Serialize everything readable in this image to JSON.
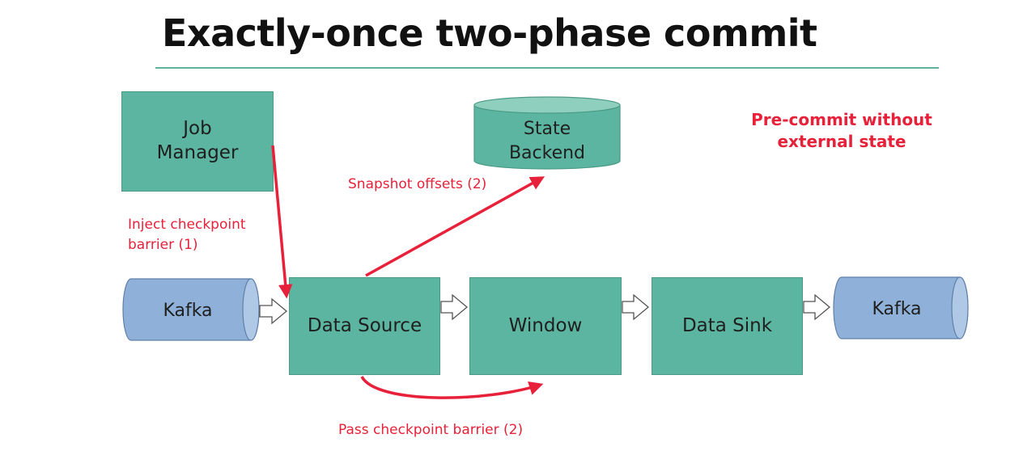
{
  "title": "Exactly-once two-phase commit",
  "nodes": {
    "job_manager": "Job\nManager",
    "state_backend": [
      "State",
      "Backend"
    ],
    "kafka_source": "Kafka",
    "data_source": "Data Source",
    "window": "Window",
    "data_sink": "Data Sink",
    "kafka_sink": "Kafka"
  },
  "annotations": {
    "inject_barrier": [
      "Inject checkpoint",
      "barrier (1)"
    ],
    "snapshot_offsets": "Snapshot offsets (2)",
    "pass_barrier": "Pass checkpoint barrier (2)"
  },
  "callout": [
    "Pre-commit without",
    "external state"
  ],
  "colors": {
    "operator_fill": "#5cb5a0",
    "kafka_fill": "#8fb1d9",
    "annotation": "#e8213a",
    "title_rule": "#5fb2a0"
  }
}
